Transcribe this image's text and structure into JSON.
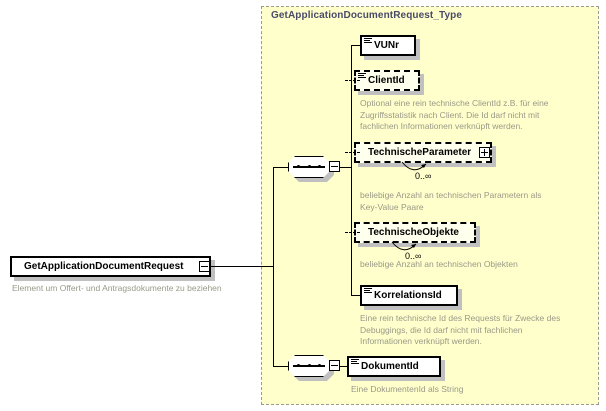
{
  "diagram": {
    "kind": "xsd-schema-diagram",
    "colors": {
      "type_background": "#ffffcc",
      "type_border": "#999999",
      "box_border": "#000000",
      "annotation_text": "#999988",
      "title_text": "#4a4a6a",
      "shadow": "#c0c0c0"
    }
  },
  "root_element": {
    "name": "GetApplicationDocumentRequest",
    "annotation": "Element um Offert- und Antragsdokumente zu beziehen",
    "expander": "minus"
  },
  "type": {
    "title": "GetApplicationDocumentRequest_Type"
  },
  "compositors": [
    {
      "name": "sequence-1",
      "icon": "sequence-icon",
      "expander": "minus"
    },
    {
      "name": "sequence-2",
      "icon": "sequence-icon",
      "expander": "minus"
    }
  ],
  "elements": [
    {
      "name": "VUNr",
      "optional": false,
      "expander": null,
      "occurrence": null,
      "annotation": null
    },
    {
      "name": "ClientId",
      "optional": true,
      "expander": null,
      "occurrence": null,
      "annotation": "Optional eine rein technische ClientId z.B. für eine\nZugriffsstatistik nach Client. Die Id darf nicht mit\nfachlichen Informationen verknüpft werden."
    },
    {
      "name": "TechnischeParameter",
      "optional": true,
      "expander": "plus",
      "occurrence": "0..∞",
      "annotation": "beliebige Anzahl an technischen Parametern als\nKey-Value Paare"
    },
    {
      "name": "TechnischeObjekte",
      "optional": true,
      "expander": null,
      "occurrence": "0..∞",
      "annotation": "beliebige Anzahl an technischen Objekten"
    },
    {
      "name": "KorrelationsId",
      "optional": false,
      "expander": null,
      "occurrence": null,
      "annotation": "Eine rein technische Id des Requests für Zwecke des\nDebuggings, die Id darf nicht mit fachlichen\nInformationen verknüpft werden."
    },
    {
      "name": "DokumentId",
      "optional": false,
      "expander": null,
      "occurrence": null,
      "annotation": "Eine DokumentenId als String"
    }
  ]
}
